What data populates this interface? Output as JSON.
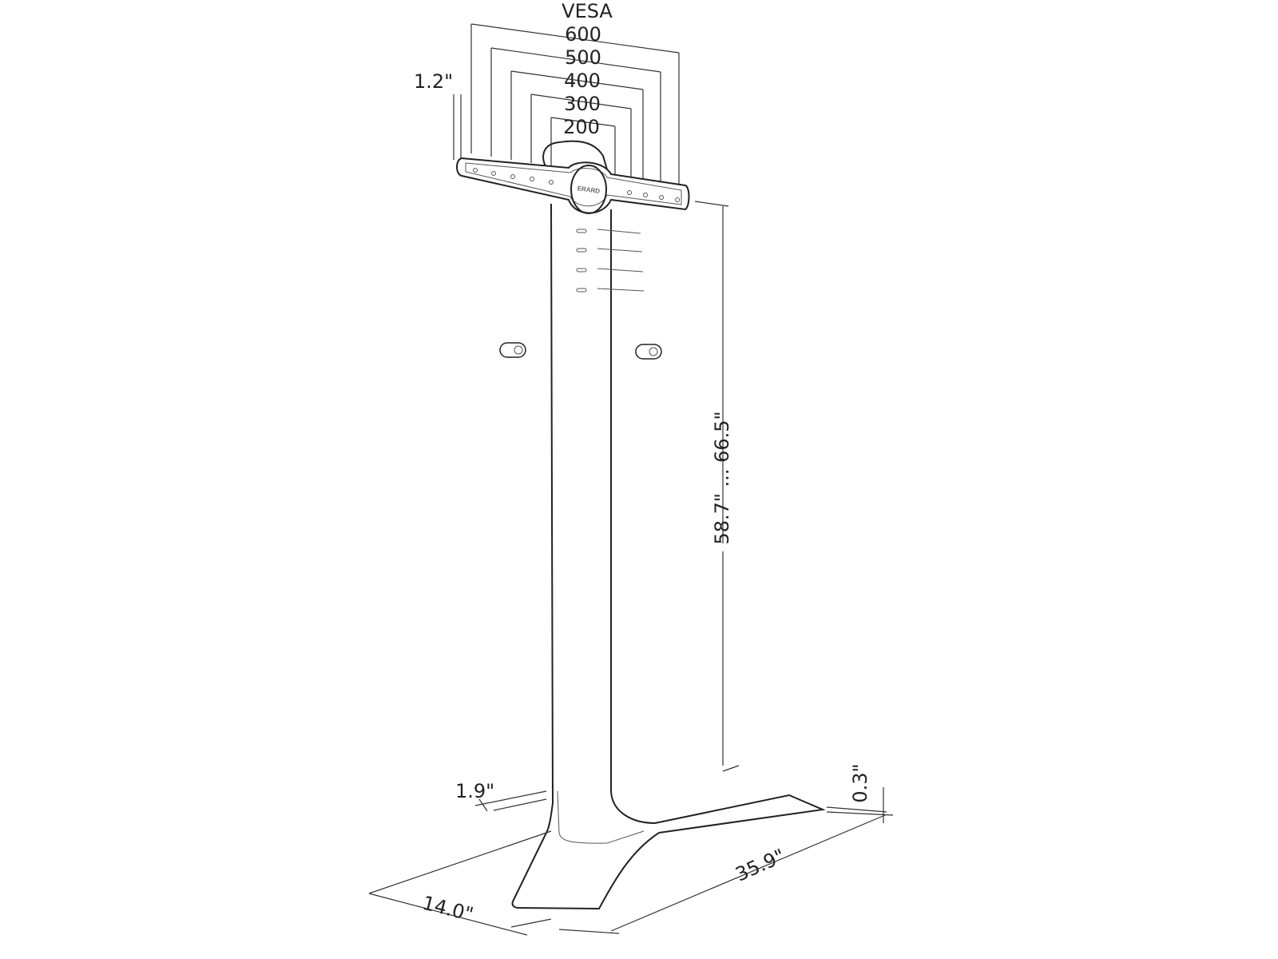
{
  "diagram": {
    "vesa_label": "VESA",
    "vesa_sizes": [
      "600",
      "500",
      "400",
      "300",
      "200"
    ],
    "bracket_thickness": "1.2\"",
    "height_range": "58.7\" ... 66.5\"",
    "column_depth": "1.9\"",
    "base_thickness": "0.3\"",
    "base_width": "35.9\"",
    "base_depth": "14.0\"",
    "logo_text": "ERARD"
  }
}
